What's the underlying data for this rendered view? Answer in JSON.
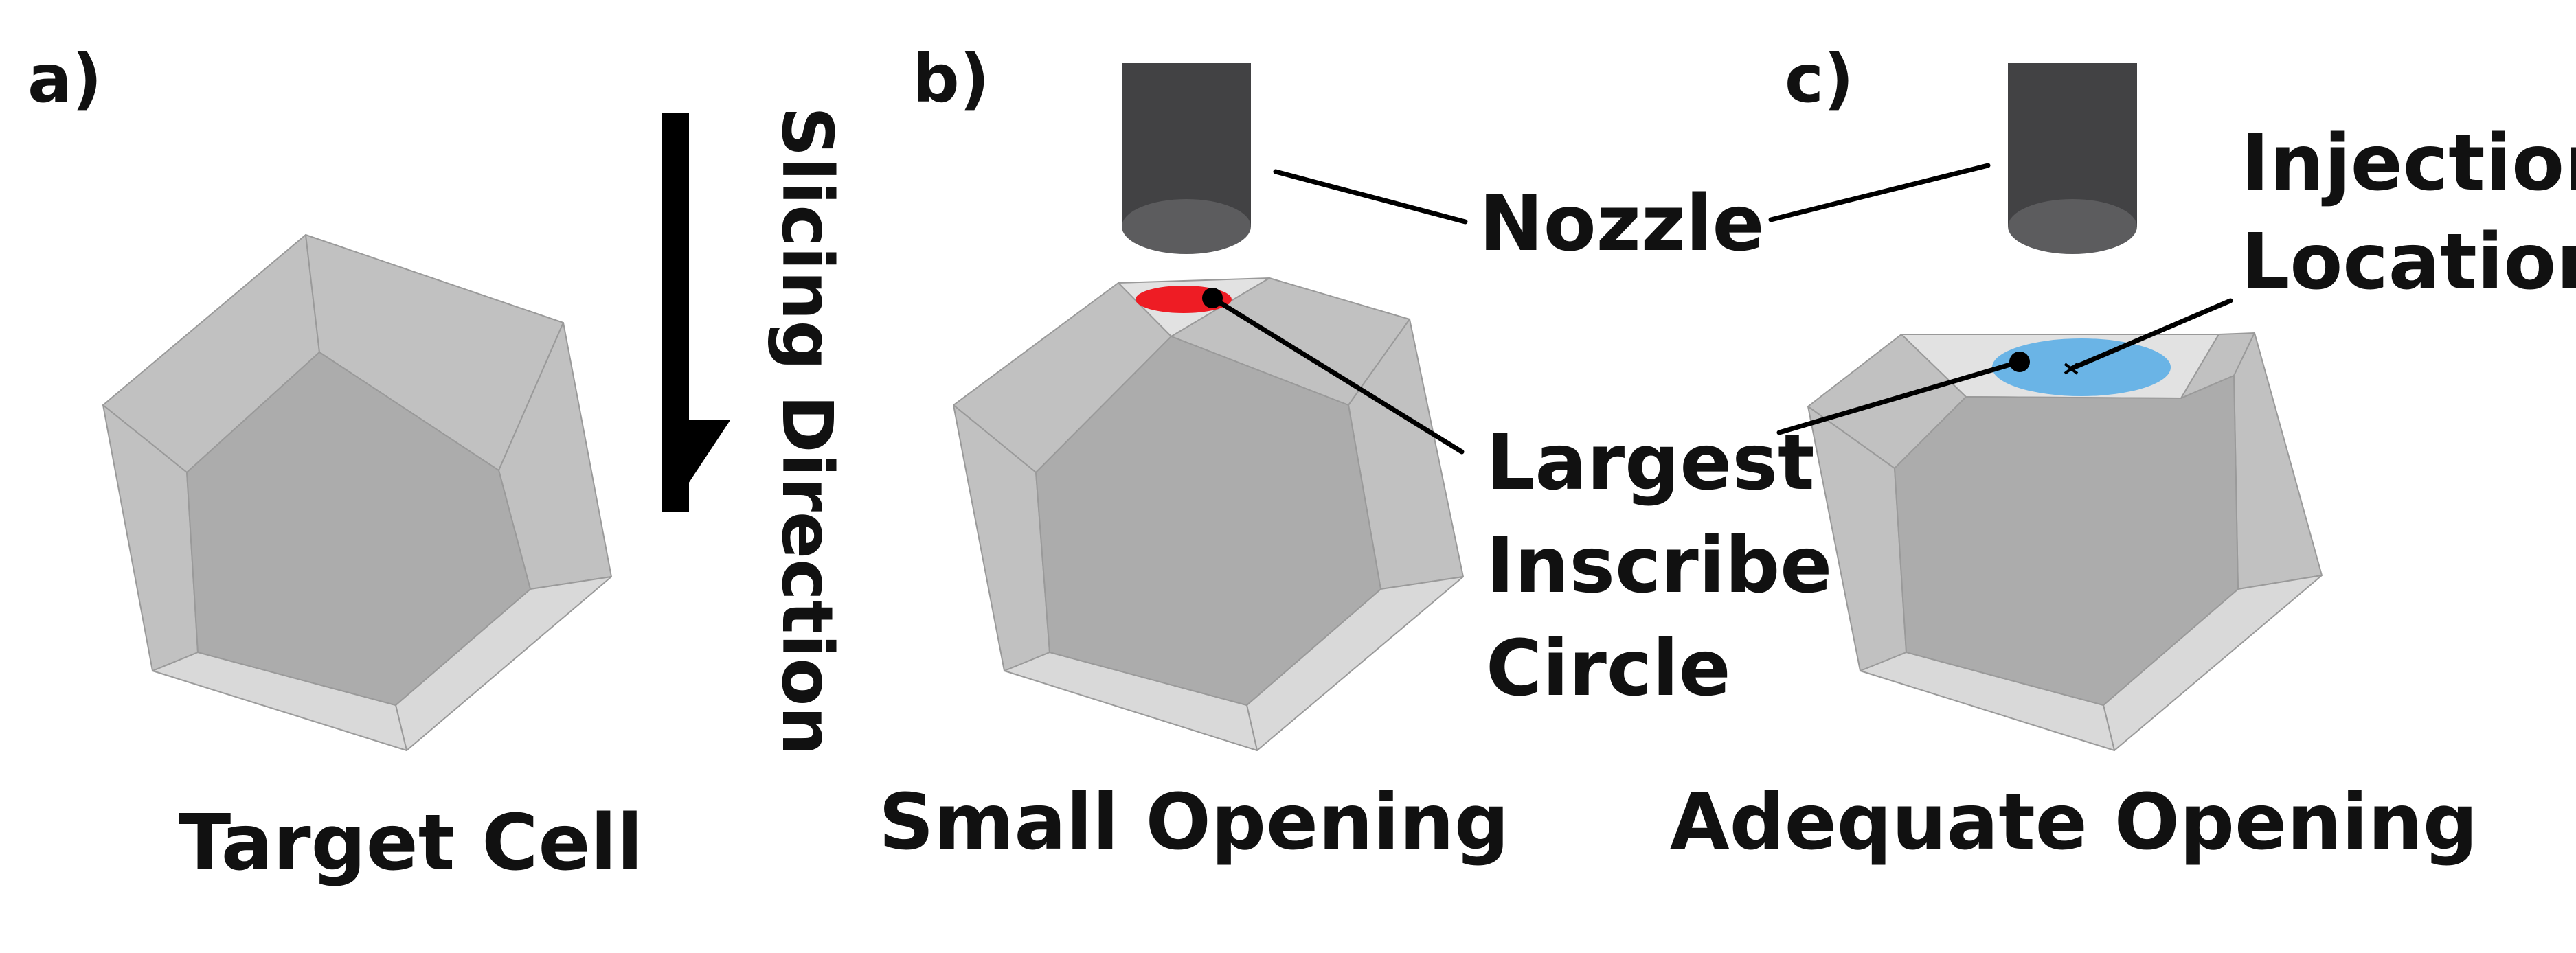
{
  "panels": {
    "a": {
      "letter": "a)",
      "caption": "Target Cell"
    },
    "b": {
      "letter": "b)",
      "caption": "Small Opening"
    },
    "c": {
      "letter": "c)",
      "caption": "Adequate Opening"
    }
  },
  "labels": {
    "slicing_direction": "Slicing Direction",
    "nozzle": "Nozzle",
    "largest_line1": "Largest",
    "largest_line2": "Inscribe",
    "largest_line3": "Circle",
    "injection_line1": "Injection",
    "injection_line2": "Location"
  },
  "colors": {
    "face_dark": "#acacac",
    "face_mid": "#c1c1c1",
    "face_light": "#d9d9d9",
    "face_top": "#e2e2e2",
    "nozzle_body": "#424244",
    "nozzle_end": "#5c5c5e",
    "small_circle": "#ee1c24",
    "adequate_circle": "#6ab4e6",
    "ink": "#000000"
  }
}
